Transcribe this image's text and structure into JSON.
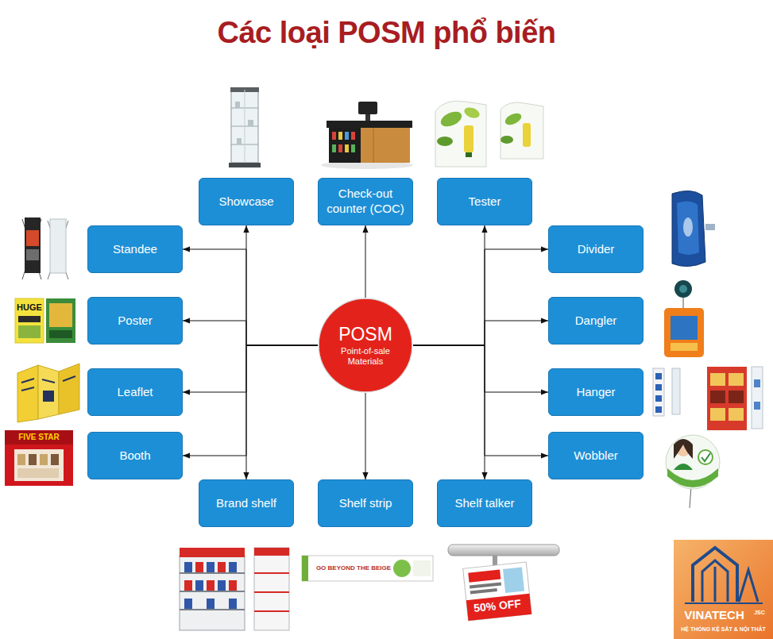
{
  "diagram": {
    "title": "Các loại POSM phổ biến",
    "nodes": [
      {
        "text": [
          "Showcase"
        ]
      },
      {
        "text": [
          "Check-out counter (COC)"
        ]
      },
      {
        "text": [
          "Tester"
        ]
      },
      {
        "text": [
          "Standee"
        ]
      },
      {
        "text": [
          "Divider"
        ]
      },
      {
        "text": [
          "Poster"
        ]
      },
      {
        "text": [
          "POSM",
          "Point-of-sale Materials"
        ]
      },
      {
        "text": [
          "Dangler"
        ]
      },
      {
        "text": [
          "Leaflet"
        ]
      },
      {
        "text": [
          "Hanger"
        ]
      },
      {
        "text": [
          "Booth"
        ]
      },
      {
        "text": [
          "Wobbler"
        ]
      },
      {
        "text": [
          "Brand shelf"
        ]
      },
      {
        "text": [
          "Shelf strip"
        ]
      },
      {
        "text": [
          "Shelf talker"
        ]
      }
    ],
    "edges": [
      {
        "from": 6,
        "to": 0,
        "arrow": "to"
      },
      {
        "from": 6,
        "to": 1,
        "arrow": "to"
      },
      {
        "from": 6,
        "to": 2,
        "arrow": "to"
      },
      {
        "from": 6,
        "to": 3,
        "arrow": "to"
      },
      {
        "from": 6,
        "to": 4,
        "arrow": "to"
      },
      {
        "from": 6,
        "to": 5,
        "arrow": "to"
      },
      {
        "from": 6,
        "to": 7,
        "arrow": "to"
      },
      {
        "from": 6,
        "to": 8,
        "arrow": "to"
      },
      {
        "from": 6,
        "to": 9,
        "arrow": "to"
      },
      {
        "from": 6,
        "to": 10,
        "arrow": "to"
      },
      {
        "from": 6,
        "to": 11,
        "arrow": "to"
      },
      {
        "from": 6,
        "to": 12,
        "arrow": "to"
      },
      {
        "from": 6,
        "to": 13,
        "arrow": "to"
      },
      {
        "from": 6,
        "to": 14,
        "arrow": "to"
      }
    ],
    "labels": [
      "HUGE",
      "FIVE STAR",
      "GO BEYOND THE BEIGE",
      "50% OFF",
      "VINATECH",
      "JSC",
      "HỆ THỐNG KỆ SẮT & NỘI THẤT"
    ]
  }
}
